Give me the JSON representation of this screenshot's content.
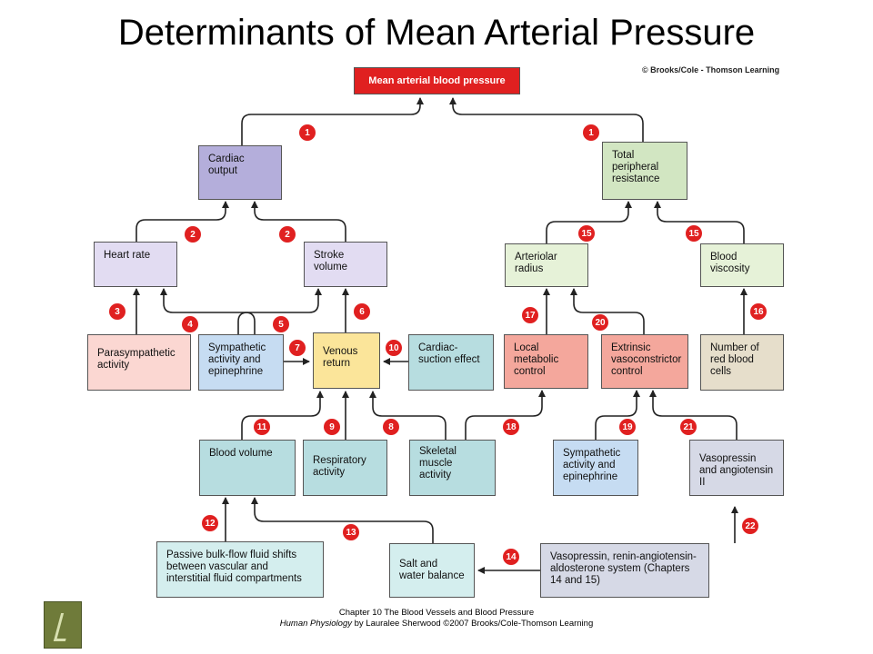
{
  "title": "Determinants of Mean Arterial Pressure",
  "copyright": "© Brooks/Cole - Thomson Learning",
  "nodes": {
    "map": "Mean arterial blood pressure",
    "cardiac_output": "Cardiac output",
    "tpr": "Total peripheral resistance",
    "heart_rate": "Heart rate",
    "stroke_volume": "Stroke volume",
    "arteriolar_radius": "Arteriolar radius",
    "blood_viscosity": "Blood viscosity",
    "parasympathetic": "Parasympathetic activity",
    "sympathetic_1": "Sympathetic activity and epinephrine",
    "venous_return": "Venous return",
    "cardiac_suction": "Cardiac-suction effect",
    "local_metabolic": "Local metabolic control",
    "extrinsic_vasoconstrictor": "Extrinsic vasoconstrictor control",
    "rbc": "Number of red blood cells",
    "blood_volume": "Blood volume",
    "respiratory": "Respiratory activity",
    "skeletal": "Skeletal muscle activity",
    "sympathetic_2": "Sympathetic activity and epinephrine",
    "vasopressin_angiotensin": "Vasopressin and angiotensin II",
    "passive_bulk_flow": "Passive bulk-flow fluid shifts between vascular and interstitial fluid compartments",
    "salt_water": "Salt and water balance",
    "vasopressin_raas": "Vasopressin, renin-angiotensin-aldosterone system (Chapters 14 and 15)"
  },
  "badges": [
    "1",
    "1",
    "2",
    "2",
    "15",
    "15",
    "3",
    "4",
    "5",
    "6",
    "17",
    "20",
    "16",
    "7",
    "10",
    "11",
    "9",
    "8",
    "18",
    "19",
    "21",
    "12",
    "13",
    "14",
    "22"
  ],
  "footer": {
    "line1": "Chapter 10 The Blood Vessels and Blood Pressure",
    "book": "Human Physiology",
    "line2_rest": " by Lauralee Sherwood ©2007 Brooks/Cole-Thomson Learning"
  },
  "colors": {
    "red": "#e02020",
    "purple": "#b4aedb",
    "lavender": "#e2dcf2",
    "green": "#d2e6c2",
    "light_green": "#e6f2d8",
    "pink": "#fbd7d2",
    "blue": "#c6dcf2",
    "yellow": "#fbe59a",
    "teal": "#b7dde0",
    "salmon": "#f4a79c",
    "tan": "#e6decb",
    "gray_blue": "#d6d9e6",
    "light_teal": "#d4eeee"
  }
}
